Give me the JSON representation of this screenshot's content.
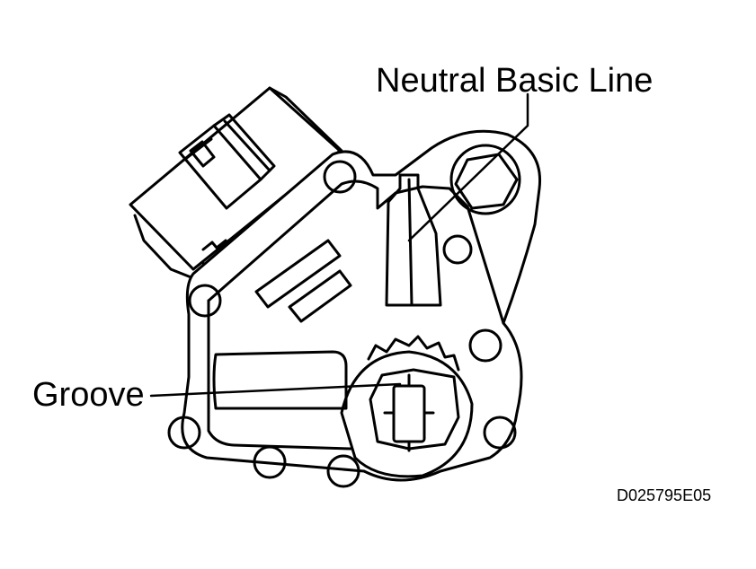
{
  "labels": {
    "neutral_basic_line": "Neutral Basic Line",
    "groove": "Groove",
    "figure_code": "D025795E05"
  },
  "colors": {
    "ink": "#000000",
    "paper": "#ffffff"
  }
}
